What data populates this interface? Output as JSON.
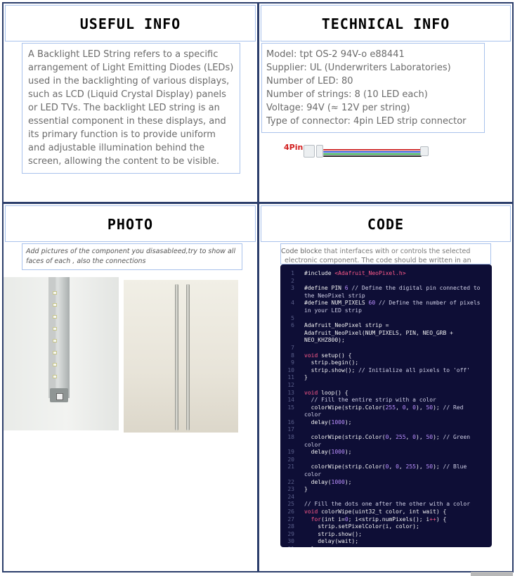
{
  "useful_info": {
    "title": "USEFUL INFO",
    "body": "A Backlight LED String refers to a specific arrangement of Light Emitting Diodes (LEDs) used in the backlighting of various displays, such as LCD (Liquid Crystal Display) panels or LED TVs. The backlight LED string is an essential component in these displays, and its primary function is to provide uniform and adjustable illumination behind the screen, allowing the content to be visible."
  },
  "technical_info": {
    "title": "TECHNICAL INFO",
    "lines": [
      "Model: tpt OS-2 94V-o e88441",
      "Supplier: UL (Underwriters Laboratories)",
      "Number of LED: 80",
      "Number of strings: 8 (10 LED each)",
      "Voltage: 94V (≈ 12V per string)",
      "Type of connector: 4pin LED strip connector"
    ],
    "connector_label": "4Pin",
    "wire_colors": [
      "#d03030",
      "#2f55d4",
      "#2aa44a",
      "#222222"
    ]
  },
  "photo": {
    "title": "PHOTO",
    "hint": "Add pictures of the component you disasableed,try to show all faces of each , also the connections"
  },
  "code": {
    "title": "CODE",
    "block_label": "Code block",
    "hint": "Add a code that interfaces with or controls the selected electronic component. The code should be written in an"
  },
  "colors": {
    "border": "#2c3e6b",
    "accent_box": "#a9c2ec",
    "code_bg": "#0e0e36"
  }
}
